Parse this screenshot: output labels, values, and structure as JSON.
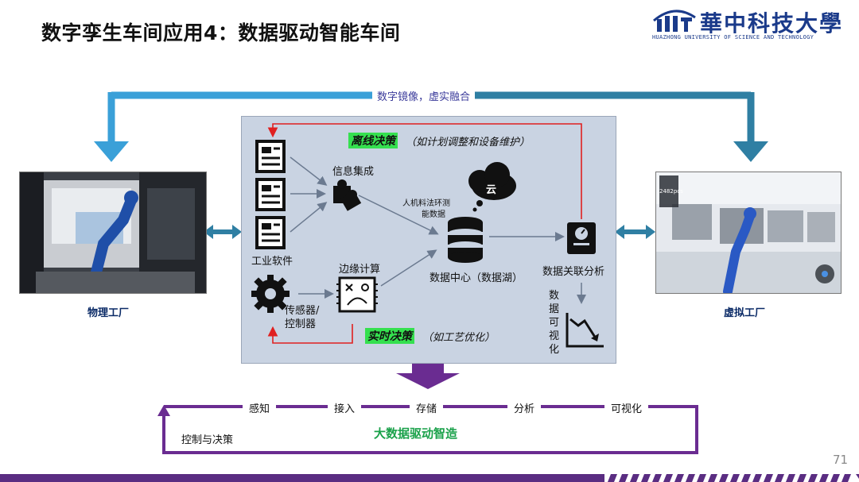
{
  "slide": {
    "title": "数字孪生车间应用4：数据驱动智能车间",
    "page_number": "71"
  },
  "logo": {
    "name_zh": "華中科技大學",
    "name_en": "HUAZHONG UNIVERSITY OF SCIENCE AND TECHNOLOGY"
  },
  "top_banner": "数字镜像，虚实融合",
  "left_photo": {
    "caption": "物理工厂"
  },
  "right_photo": {
    "caption": "虚拟工厂",
    "overlay_text": "2482pcs"
  },
  "center": {
    "offline_decision": "离线决策",
    "offline_note": "（如计划调整和设备维护）",
    "info_integration": "信息集成",
    "industrial_software": "工业软件",
    "cloud": "云",
    "data_sources_line1": "人机料法环测",
    "data_sources_line2": "能数据",
    "data_center": "数据中心（数据湖）",
    "edge_computing": "边缘计算",
    "sensor_line1": "传感器/",
    "sensor_line2": "控制器",
    "correlation_analysis": "数据关联分析",
    "visualization_vertical": [
      "数",
      "据",
      "可",
      "视",
      "化"
    ],
    "realtime_decision": "实时决策",
    "realtime_note": "（如工艺优化）"
  },
  "bottom_flow": {
    "steps": [
      "感知",
      "接入",
      "存储",
      "分析",
      "可视化"
    ],
    "feedback": "控制与决策",
    "center_title": "大数据驱动智造"
  },
  "colors": {
    "accent_blue": "#3aa0d8",
    "accent_teal": "#2f7fa3",
    "accent_purple": "#6a2c91",
    "highlight_green": "#35e04f",
    "footer_purple": "#5a2d82"
  }
}
